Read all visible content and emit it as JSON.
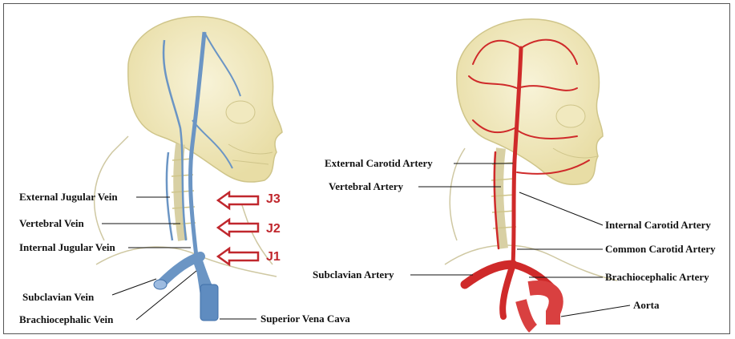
{
  "colors": {
    "vein": "#6b95c4",
    "vein_dark": "#3f6fa8",
    "artery": "#cf2a2a",
    "skull": "#f3ecc2",
    "skull_line": "#cfc58a",
    "outline": "#c7c09a",
    "marker": "#c0272d"
  },
  "left_panel": {
    "labels": {
      "external_jugular_vein": "External Jugular Vein",
      "vertebral_vein": "Vertebral Vein",
      "internal_jugular_vein": "Internal Jugular Vein",
      "subclavian_vein": "Subclavian Vein",
      "brachiocephalic_vein": "Brachiocephalic Vein",
      "superior_vena_cava": "Superior Vena Cava"
    },
    "markers": {
      "j3": "J3",
      "j2": "J2",
      "j1": "J1"
    }
  },
  "right_panel": {
    "labels": {
      "external_carotid_artery": "External Carotid Artery",
      "vertebral_artery": "Vertebral Artery",
      "internal_carotid_artery": "Internal Carotid Artery",
      "common_carotid_artery": "Common Carotid Artery",
      "subclavian_artery": "Subclavian Artery",
      "brachiocephalic_artery": "Brachiocephalic Artery",
      "aorta": "Aorta"
    }
  }
}
